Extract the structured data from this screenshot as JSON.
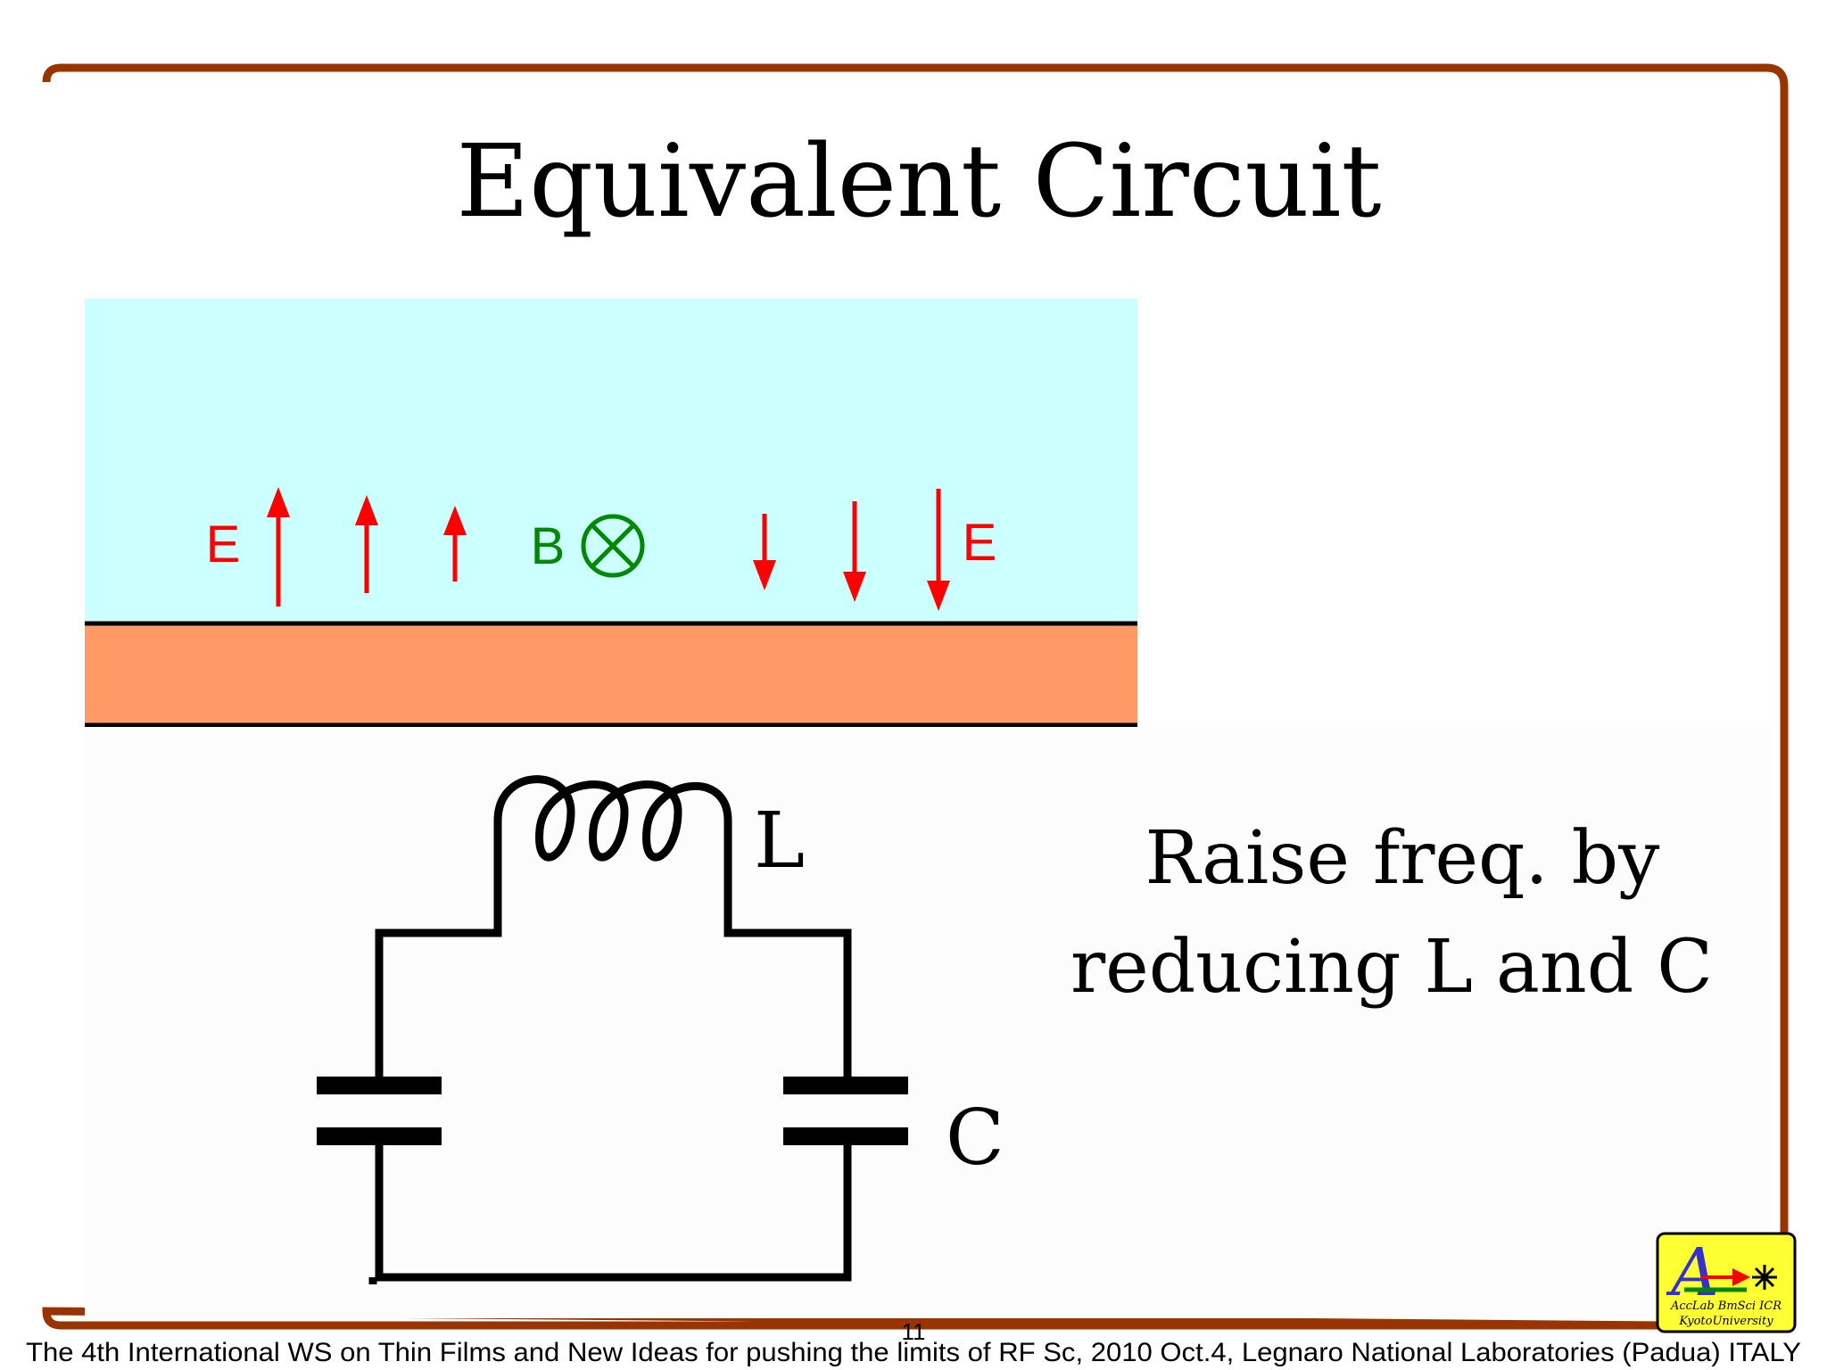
{
  "slide": {
    "title": "Equivalent Circuit",
    "page_number": "11",
    "footer": "The 4th International WS on Thin Films  and New Ideas for pushing the limits of RF Sc, 2010 Oct.4, Legnaro National Laboratories (Padua) ITALY"
  },
  "field_diagram": {
    "e_label_left": "E",
    "e_label_right": "E",
    "b_label": "B",
    "colors": {
      "vacuum": "#ccffff",
      "conductor": "#ff9966",
      "e_field": "#ff0000",
      "b_field": "#008800"
    }
  },
  "circuit": {
    "inductor_label": "L",
    "capacitor_label": "C"
  },
  "note": {
    "line1": "Raise freq. by",
    "line2": "reducing L and C"
  },
  "logo": {
    "letter": "A",
    "line1": "AccLab  BmSci  ICR",
    "line2": "KyotoUniversity"
  },
  "colors": {
    "frame": "#993300",
    "logo_bg": "#ffff33"
  }
}
